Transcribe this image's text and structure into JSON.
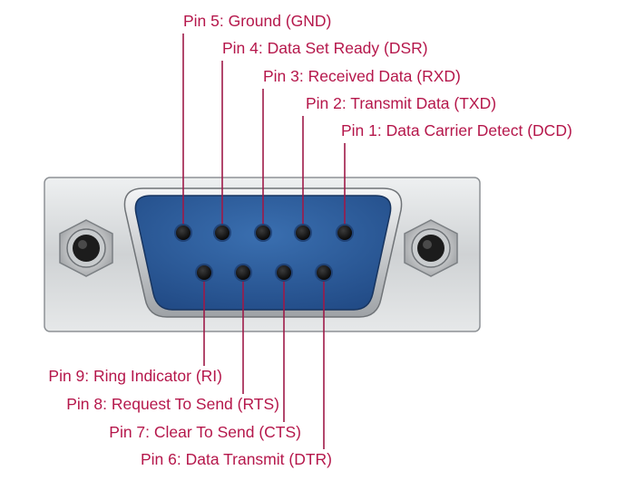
{
  "colors": {
    "label": "#b5174b",
    "leader": "#9e1a48",
    "insert": "#2f5f9e",
    "insert_dark": "#1e3f72",
    "shell": "#d4d6d8",
    "pin_hole": "#111111"
  },
  "top_pins": [
    {
      "pin": 5,
      "label": "Pin 5: Ground (GND)"
    },
    {
      "pin": 4,
      "label": "Pin 4: Data Set Ready (DSR)"
    },
    {
      "pin": 3,
      "label": "Pin 3:  Received Data (RXD)"
    },
    {
      "pin": 2,
      "label": "Pin 2: Transmit Data (TXD)"
    },
    {
      "pin": 1,
      "label": "Pin 1: Data Carrier Detect (DCD)"
    }
  ],
  "bottom_pins": [
    {
      "pin": 9,
      "label": "Pin 9: Ring Indicator (RI)"
    },
    {
      "pin": 8,
      "label": "Pin 8: Request To Send (RTS)"
    },
    {
      "pin": 7,
      "label": "Pin 7: Clear To Send (CTS)"
    },
    {
      "pin": 6,
      "label": "Pin 6: Data Transmit (DTR)"
    }
  ]
}
